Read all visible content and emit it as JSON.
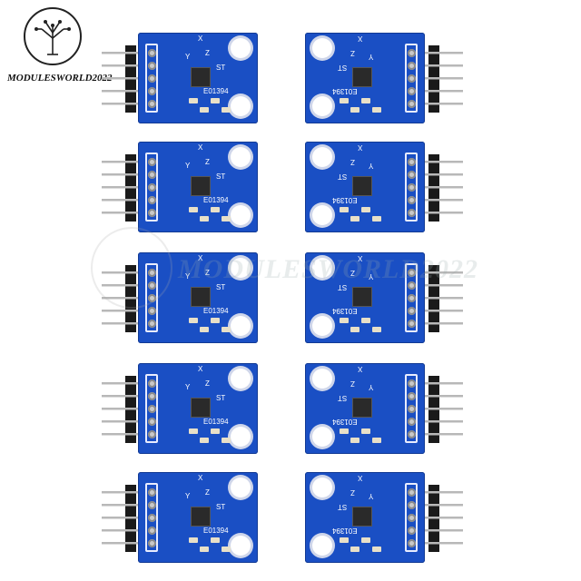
{
  "brand": {
    "text": "MODULESWORLD2022",
    "watermark": "MODULESWORLD2022"
  },
  "board": {
    "code": "E01394",
    "st": "ST",
    "axis_x": "X",
    "axis_y": "Y",
    "axis_z": "Z"
  },
  "modules": [
    {
      "row": 0,
      "side": "left"
    },
    {
      "row": 0,
      "side": "right"
    },
    {
      "row": 1,
      "side": "left"
    },
    {
      "row": 1,
      "side": "right"
    },
    {
      "row": 2,
      "side": "left"
    },
    {
      "row": 2,
      "side": "right"
    },
    {
      "row": 3,
      "side": "left"
    },
    {
      "row": 3,
      "side": "right"
    },
    {
      "row": 4,
      "side": "left"
    },
    {
      "row": 4,
      "side": "right"
    }
  ],
  "colors": {
    "pcb": "#1a4fc4",
    "silkscreen": "#ffffff",
    "header": "#1a1a1a",
    "pin": "#b8b8b8"
  }
}
